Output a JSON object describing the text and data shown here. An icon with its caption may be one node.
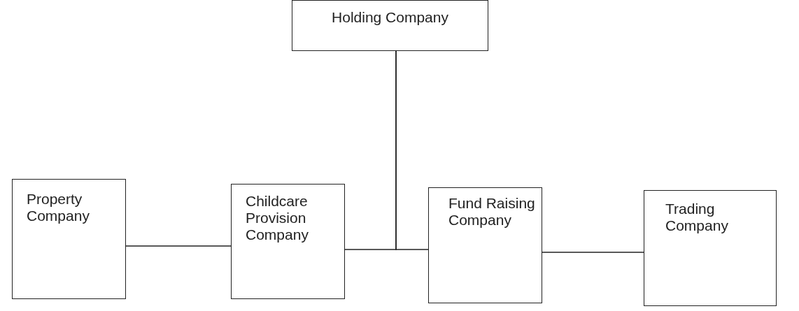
{
  "diagram": {
    "nodes": [
      {
        "text": [
          "Holding Company"
        ]
      },
      {
        "text": [
          "Property Company"
        ]
      },
      {
        "text": [
          "Childcare Provision Company"
        ]
      },
      {
        "text": [
          "Fund Raising Company"
        ]
      },
      {
        "text": [
          "Trading Company"
        ]
      }
    ],
    "edges": [
      {
        "from": 1,
        "to": 2,
        "arrow": "none"
      },
      {
        "from": 0,
        "to": 2,
        "arrow": "none"
      },
      {
        "from": 0,
        "to": 3,
        "arrow": "none"
      },
      {
        "from": 3,
        "to": 4,
        "arrow": "none"
      }
    ]
  }
}
